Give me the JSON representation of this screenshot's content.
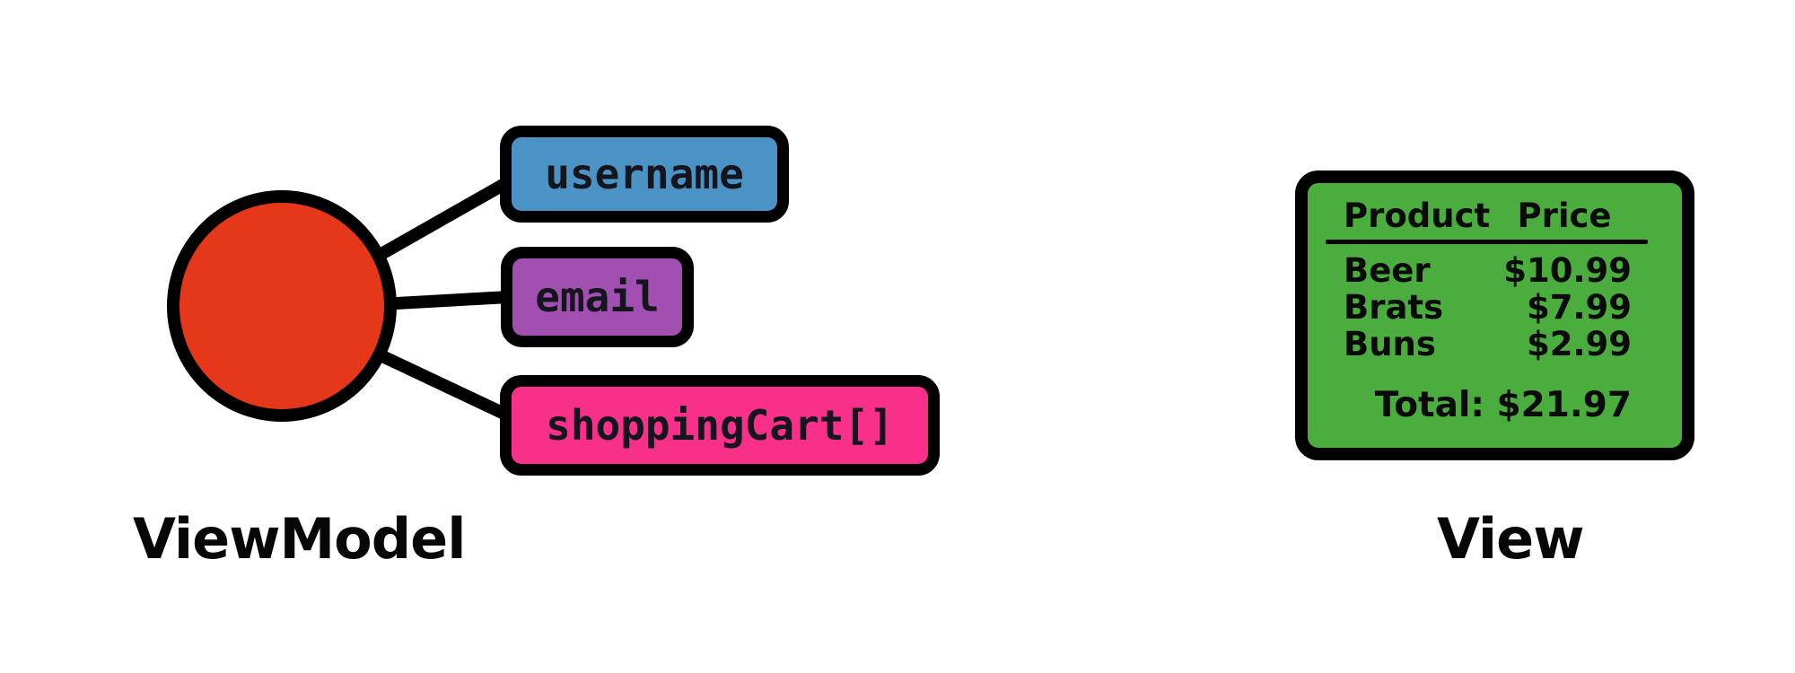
{
  "diagram": {
    "viewmodel": {
      "label": "ViewModel",
      "node_color": "#e5381b",
      "properties": [
        {
          "label": "username",
          "color": "#4b92c5"
        },
        {
          "label": "email",
          "color": "#a14fb1"
        },
        {
          "label": "shoppingCart[]",
          "color": "#f8308a"
        }
      ]
    },
    "view": {
      "label": "View",
      "panel_color": "#4bad3e",
      "table": {
        "headers": {
          "product": "Product",
          "price": "Price"
        },
        "rows": [
          {
            "product": "Beer",
            "price": "$10.99"
          },
          {
            "product": "Brats",
            "price": "$7.99"
          },
          {
            "product": "Buns",
            "price": "$2.99"
          }
        ],
        "total": "Total: $21.97"
      }
    },
    "line_color": "#000000"
  }
}
